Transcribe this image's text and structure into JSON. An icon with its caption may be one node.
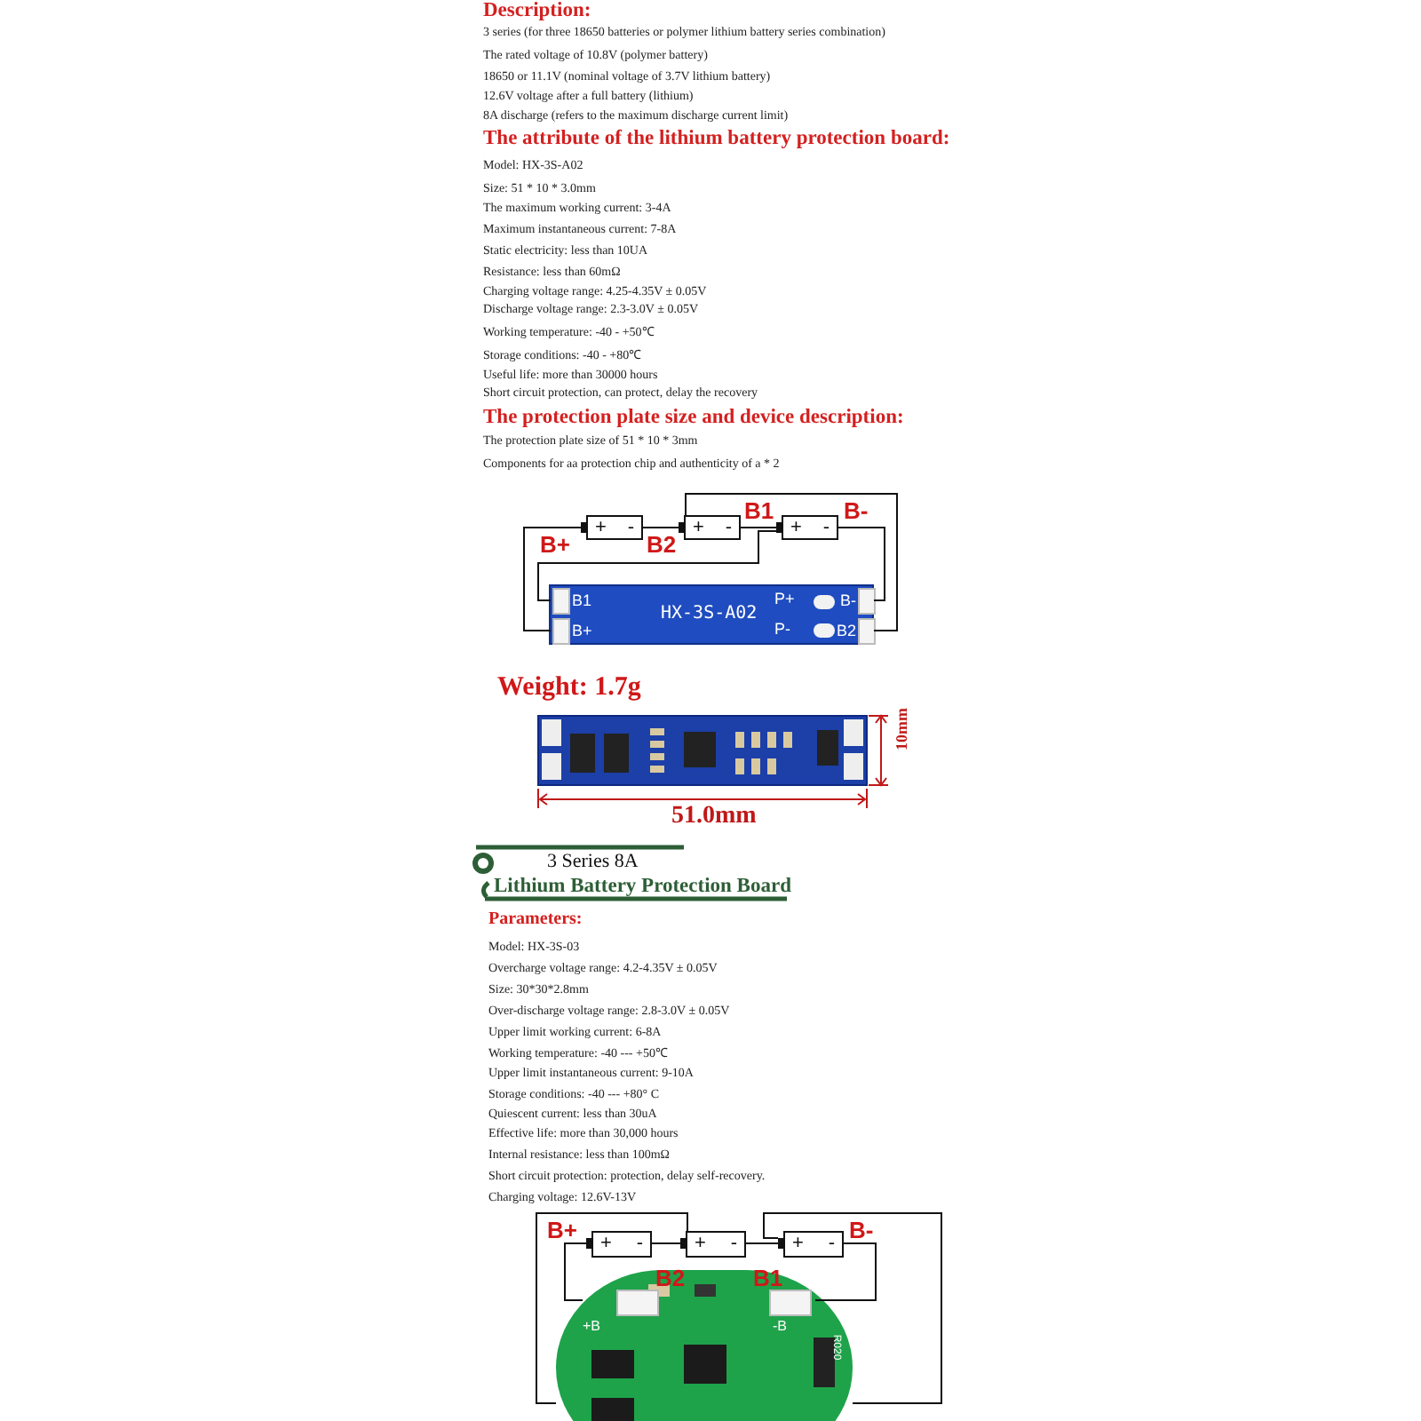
{
  "diagram": {
    "nodes": [
      {
        "text": [
          "+",
          "-"
        ]
      },
      {
        "text": [
          "+",
          "-"
        ]
      },
      {
        "text": [
          "+",
          "-"
        ]
      },
      {
        "text": [
          "HX-3S-A02"
        ]
      },
      {
        "text": [
          "B1"
        ],
        "in": 3
      },
      {
        "text": [
          "B+"
        ],
        "in": 3
      },
      {
        "text": [
          "B-"
        ],
        "in": 3
      },
      {
        "text": [
          "B2"
        ],
        "in": 3
      },
      {
        "text": [
          "+",
          "-"
        ]
      },
      {
        "text": [
          "+",
          "-"
        ]
      },
      {
        "text": [
          "+",
          "-"
        ]
      },
      {
        "text": [],
        "shape": "picture"
      },
      {
        "text": [
          "+B"
        ],
        "in": 11
      },
      {
        "text": [
          "-B"
        ],
        "in": 11
      }
    ],
    "edges": [
      {
        "from": 0,
        "to": 5,
        "arrow": "none"
      },
      {
        "from": 0,
        "to": 1,
        "arrow": "none"
      },
      {
        "from": 1,
        "to": 2,
        "arrow": "none"
      },
      {
        "from": 1,
        "to": 7,
        "arrow": "none"
      },
      {
        "from": 2,
        "to": 4,
        "arrow": "none"
      },
      {
        "from": 2,
        "to": 6,
        "arrow": "none"
      },
      {
        "from": 8,
        "to": 12,
        "arrow": "none"
      },
      {
        "from": 8,
        "to": 9,
        "arrow": "none"
      },
      {
        "from": 9,
        "to": 10,
        "arrow": "none"
      },
      {
        "from": 9,
        "to": 11,
        "arrow": "none"
      },
      {
        "from": 10,
        "to": 11,
        "arrow": "none"
      },
      {
        "from": 10,
        "to": 13,
        "arrow": "none"
      }
    ],
    "labels": [
      "Description:",
      "3 series (for three 18650 batteries or polymer lithium battery series combination)",
      "The rated voltage of 10.8V (polymer battery)",
      "18650 or 11.1V (nominal voltage of 3.7V lithium battery)",
      "12.6V voltage after a full battery (lithium)",
      "8A discharge (refers to the maximum discharge current limit)",
      "The attribute of the lithium battery protection board:",
      "Model: HX-3S-A02",
      "Size: 51 * 10 * 3.0mm",
      "The maximum working current: 3-4A",
      "Maximum instantaneous current: 7-8A",
      "Static electricity: less than 10UA",
      "Resistance: less than 60mΩ",
      "Charging voltage range: 4.25-4.35V ± 0.05V",
      "Discharge voltage range: 2.3-3.0V ± 0.05V",
      "Working temperature: -40 - +50℃",
      "Storage conditions: -40 - +80℃",
      "Useful life: more than 30000 hours",
      "Short circuit protection, can protect, delay the recovery",
      "The protection plate size and device description:",
      "The protection plate size of 51 * 10 * 3mm",
      "Components for aa protection chip and authenticity of a * 2",
      "B+",
      "B2",
      "B1",
      "B-",
      "P+",
      "P-",
      "Weight: 1.7g",
      "10mm",
      "51.0mm",
      "3 Series 8A",
      "Lithium Battery Protection Board",
      "Parameters:",
      "Model: HX-3S-03",
      "Overcharge voltage range: 4.2-4.35V ± 0.05V",
      "Size: 30*30*2.8mm",
      "Over-discharge voltage range: 2.8-3.0V ± 0.05V",
      "Upper limit working current: 6-8A",
      "Working temperature: -40 --- +50℃",
      "Upper limit instantaneous current: 9-10A",
      "Storage conditions: -40 --- +80° C",
      "Quiescent current: less than 30uA",
      "Effective life: more than 30,000 hours",
      "Internal resistance: less than 100mΩ",
      "Short circuit protection: protection, delay self-recovery.",
      "Charging voltage: 12.6V-13V",
      "B+",
      "B2",
      "B1",
      "B-",
      "R020"
    ]
  }
}
